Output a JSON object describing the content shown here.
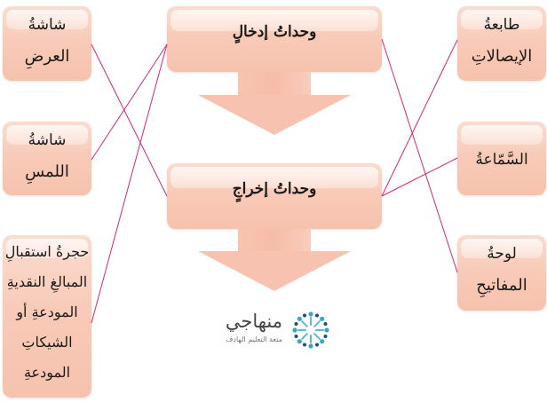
{
  "diagram": {
    "center": {
      "input_units": "وحداتُ إدخالٍ",
      "output_units": "وحداتُ إخراجٍ"
    },
    "left_items": [
      {
        "line1": "شاشةُ",
        "line2": "العرضِ"
      },
      {
        "line1": "شاشةُ",
        "line2": "اللمسِ"
      },
      {
        "lines": [
          "حجرةُ استقبالِ",
          "المبالغِ النقديةِ",
          "المودعةِ أو",
          "الشيكاتِ",
          "المودعةِ"
        ]
      }
    ],
    "right_items": [
      {
        "line1": "طابعةُ",
        "line2": "الإيصالاتِ"
      },
      {
        "line1": "السَّمّاعةُ",
        "line2": ""
      },
      {
        "line1": "لوحةُ",
        "line2": "المفاتيحِ"
      }
    ],
    "connections": [
      {
        "from": "left_items.0",
        "to": "center.output_units"
      },
      {
        "from": "left_items.1",
        "to": "center.input_units"
      },
      {
        "from": "left_items.2",
        "to": "center.input_units"
      },
      {
        "from": "right_items.0",
        "to": "center.output_units"
      },
      {
        "from": "right_items.1",
        "to": "center.output_units"
      },
      {
        "from": "right_items.2",
        "to": "center.input_units"
      }
    ],
    "line_color": "#d6257a",
    "box_color": "#f8c9b6"
  },
  "logo": {
    "name": "منهاجي",
    "tagline": "متعة التعليم الهادف"
  }
}
